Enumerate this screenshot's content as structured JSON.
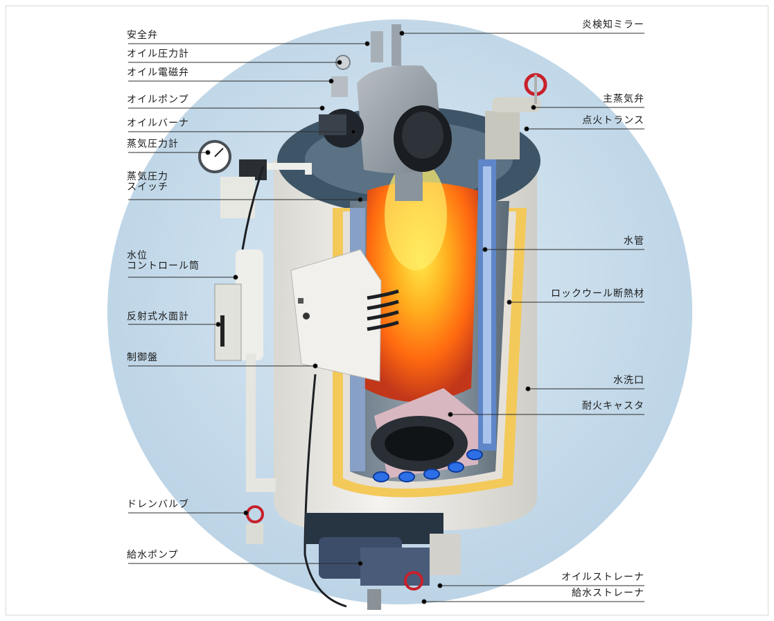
{
  "labels": {
    "safety_valve": "安全弁",
    "oil_pressure_gauge": "オイル圧力計",
    "oil_solenoid_valve": "オイル電磁弁",
    "oil_pump": "オイルポンプ",
    "oil_burner": "オイルバーナ",
    "steam_pressure_gauge": "蒸気圧力計",
    "steam_pressure_switch_1": "蒸気圧力",
    "steam_pressure_switch_2": "スイッチ",
    "water_level_control_1": "水位",
    "water_level_control_2": "コントロール筒",
    "reflective_water_gauge": "反射式水面計",
    "control_panel": "制御盤",
    "drain_valve": "ドレンバルブ",
    "feed_water_pump": "給水ポンプ",
    "flame_detection_mirror": "炎検知ミラー",
    "main_steam_valve": "主蒸気弁",
    "ignition_transformer": "点火トランス",
    "water_tube": "水管",
    "rockwool_insulation": "ロックウール断熱材",
    "washout_port": "水洗口",
    "refractory_castable": "耐火キャスタ",
    "oil_strainer": "オイルストレーナ",
    "feed_water_strainer": "給水ストレーナ"
  },
  "colors": {
    "background_circle": "#cfe2ee",
    "boiler_body": "#efeeea",
    "top_plate": "#3e5567",
    "flame": "#ff8a1a",
    "insulation": "#f2c04a",
    "water_tube": "#5f86c8"
  }
}
